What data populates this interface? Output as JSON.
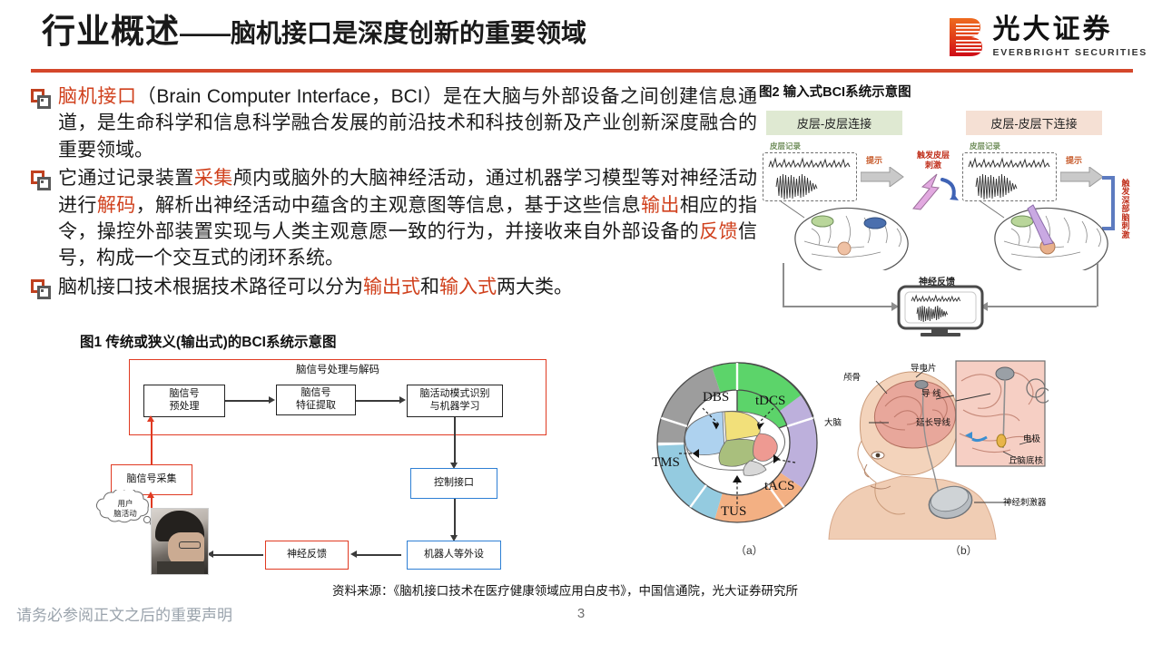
{
  "header": {
    "title_main": "行业概述",
    "title_sub": "——脑机接口是深度创新的重要领域",
    "rule_color": "#D4472B"
  },
  "logo": {
    "cn": "光大证券",
    "en": "EVERBRIGHT SECURITIES",
    "mark_color_top": "#E8551F",
    "mark_color_bottom": "#D4111A"
  },
  "bullets": [
    {
      "segments": [
        {
          "t": "脑机接口",
          "hl": true
        },
        {
          "t": "（Brain Computer Interface，BCI）是在大脑与外部设备之间创建信息通道，是生命科学和信息科学融合发展的前沿技术和科技创新及产业创新深度融合的重要领域。",
          "hl": false
        }
      ]
    },
    {
      "segments": [
        {
          "t": "它通过记录装置",
          "hl": false
        },
        {
          "t": "采集",
          "hl": true
        },
        {
          "t": "颅内或脑外的大脑神经活动，通过机器学习模型等对神经活动进行",
          "hl": false
        },
        {
          "t": "解码",
          "hl": true
        },
        {
          "t": "，解析出神经活动中蕴含的主观意图等信息，基于这些信息",
          "hl": false
        },
        {
          "t": "输出",
          "hl": true
        },
        {
          "t": "相应的指令，操控外部装置实现与人类主观意愿一致的行为，并接收来自外部设备的",
          "hl": false
        },
        {
          "t": "反馈",
          "hl": true
        },
        {
          "t": "信号，构成一个交互式的闭环系统。",
          "hl": false
        }
      ]
    },
    {
      "segments": [
        {
          "t": "脑机接口技术根据技术路径可以分为",
          "hl": false
        },
        {
          "t": "输出式",
          "hl": true
        },
        {
          "t": "和",
          "hl": false
        },
        {
          "t": "输入式",
          "hl": true
        },
        {
          "t": "两大类。",
          "hl": false
        }
      ]
    }
  ],
  "highlight_color": "#D0401C",
  "figure1": {
    "caption": "图1 传统或狭义(输出式)的BCI系统示意图",
    "outer_label": "脑信号处理与解码",
    "boxes": {
      "preprocess": "脑信号\n预处理",
      "feature": "脑信号\n特征提取",
      "pattern": "脑活动模式识别\n与机器学习",
      "acquire": "脑信号采集",
      "control": "控制接口",
      "feedback": "神经反馈",
      "device": "机器人等外设"
    },
    "thought_bubble": "用户\n脑活动"
  },
  "figure2": {
    "caption": "图2 输入式BCI系统示意图",
    "panel_left_title": "皮层-皮层连接",
    "panel_right_title": "皮层-皮层下连接",
    "record_label": "皮层记录",
    "cue_label": "提示",
    "stim_left": "触发皮层\n刺激",
    "stim_right": "触发\n深部\n脑刺\n激",
    "neurofeedback": "神经反馈"
  },
  "figure3": {
    "sublabel": "（a）",
    "segments": [
      {
        "name": "DBS",
        "color": "#9d9d9d",
        "value": 20
      },
      {
        "name": "tDCS",
        "color": "#5cd46a",
        "value": 20
      },
      {
        "name": "tACS",
        "color": "#bdb0dc",
        "value": 20
      },
      {
        "name": "TUS",
        "color": "#f3b083",
        "value": 20
      },
      {
        "name": "TMS",
        "color": "#94cbe0",
        "value": 20
      }
    ]
  },
  "figure4": {
    "sublabel": "（b）",
    "labels": {
      "skull": "颅骨",
      "brain": "大脑",
      "electrode_pad": "导电片",
      "lead": "导 线",
      "extension": "延长导线",
      "electrode": "电极",
      "stn": "丘脑底核",
      "stimulator": "神经刺激器"
    }
  },
  "source": "资料来源：《脑机接口技术在医疗健康领域应用白皮书》，中国信通院，光大证券研究所",
  "footer_note": "请务必参阅正文之后的重要声明",
  "page_number": "3"
}
